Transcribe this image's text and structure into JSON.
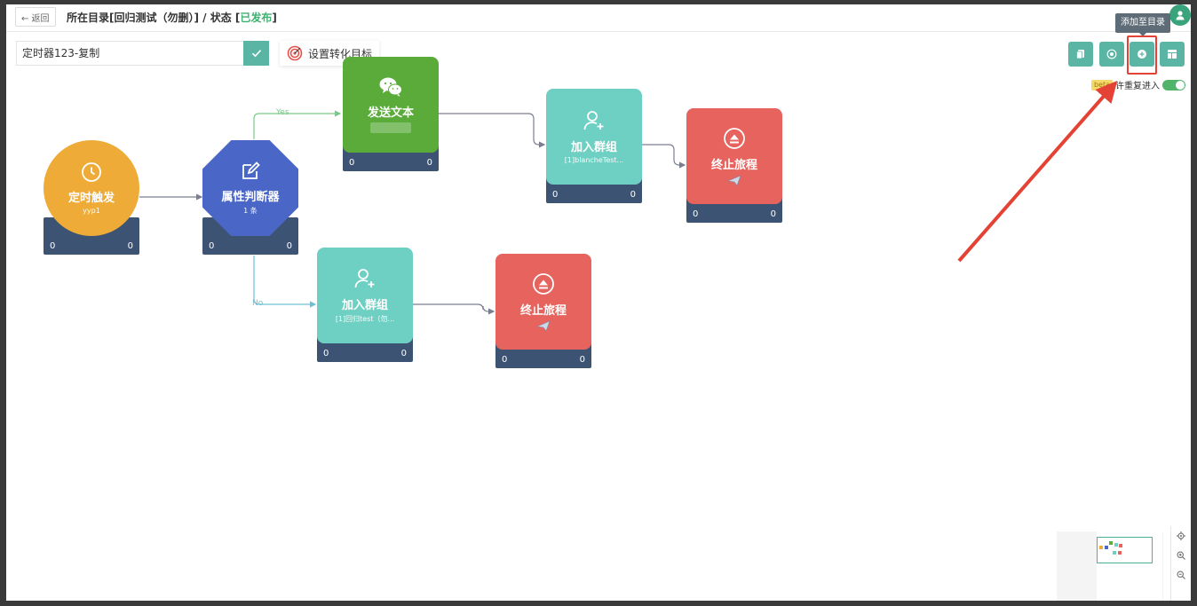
{
  "header": {
    "back_label": "← 返回",
    "breadcrumb_prefix": "所在目录[回归测试（勿删）] / 状态 [",
    "status": "已发布",
    "breadcrumb_suffix": "]"
  },
  "toolbar": {
    "journey_name": "定时器123-复制",
    "goal_label": "设置转化目标",
    "tooltip": "添加至目录",
    "beta_badge": "beta",
    "repeat_label": "许重复进入",
    "repeat_enabled": true
  },
  "edges": {
    "yes_label": "Yes",
    "no_label": "No"
  },
  "nodes": {
    "timer": {
      "title": "定时触发",
      "sub": "yyp1",
      "left": "0",
      "right": "0"
    },
    "attr": {
      "title": "属性判断器",
      "sub": "1 条",
      "left": "0",
      "right": "0"
    },
    "send_text": {
      "title": "发送文本",
      "left": "0",
      "right": "0"
    },
    "join_group_1": {
      "title": "加入群组",
      "sub": "[1]blancheTest...",
      "left": "0",
      "right": "0"
    },
    "stop_1": {
      "title": "终止旅程",
      "left": "0",
      "right": "0"
    },
    "join_group_2": {
      "title": "加入群组",
      "sub": "[1]回归test（勿...",
      "left": "0",
      "right": "0"
    },
    "stop_2": {
      "title": "终止旅程",
      "left": "0",
      "right": "0"
    }
  },
  "colors": {
    "accent": "#5bb5a5",
    "status_green": "#3cb371",
    "annotation_red": "#e34234",
    "node_footer": "#3c5373"
  },
  "icons": [
    "back-arrow-icon",
    "user-icon",
    "check-icon",
    "target-icon",
    "copy-icon",
    "record-icon",
    "add-catalog-icon",
    "layout-icon",
    "clock-icon",
    "edit-icon",
    "wechat-icon",
    "add-user-icon",
    "eject-icon",
    "plane-icon",
    "locate-icon",
    "zoom-in-icon",
    "zoom-out-icon"
  ]
}
